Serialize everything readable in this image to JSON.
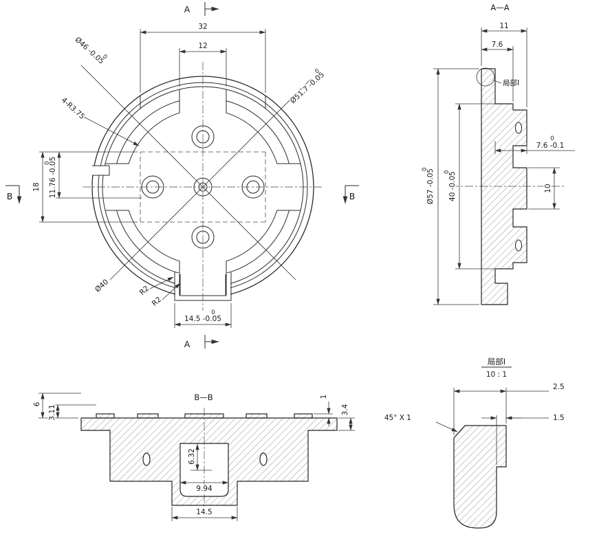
{
  "drawing": {
    "front": {
      "section_a": "A",
      "section_b": "B",
      "dim_32": "32",
      "dim_12": "12",
      "dim_18": "18",
      "dim_1176": {
        "upper": "0",
        "main": "11.76 -0.05"
      },
      "dim_d46": {
        "upper": "0",
        "main": "Ø46 -0.05"
      },
      "dim_d517": {
        "upper": "0",
        "main": "Ø51.7 -0.05"
      },
      "dim_r375": "4-R3.75",
      "dim_d40": "Ø40",
      "dim_r2_1": "R2",
      "dim_r2_2": "R2",
      "dim_145": {
        "upper": "0",
        "main": "14.5 -0.05"
      }
    },
    "section_aa": {
      "title": "A—A",
      "dim_11": "11",
      "dim_76_top": "7.6",
      "dim_d57": {
        "upper": "0",
        "main": "Ø57 -0.05"
      },
      "dim_40": {
        "upper": "0",
        "main": "40 -0.05"
      },
      "dim_76_right": {
        "upper": "0",
        "main": "7.6 -0.1"
      },
      "dim_10": "10",
      "detail_callout": "局部I"
    },
    "section_bb": {
      "title": "B—B",
      "dim_6": "6",
      "dim_311": "3.11",
      "dim_1": "1",
      "dim_34": "3.4",
      "dim_632": "6.32",
      "dim_994": "9.94",
      "dim_145": "14.5"
    },
    "detail": {
      "title": "局部I",
      "scale": "10 : 1",
      "dim_25": "2.5",
      "dim_15": "1.5",
      "chamfer": "45° X 1"
    }
  }
}
